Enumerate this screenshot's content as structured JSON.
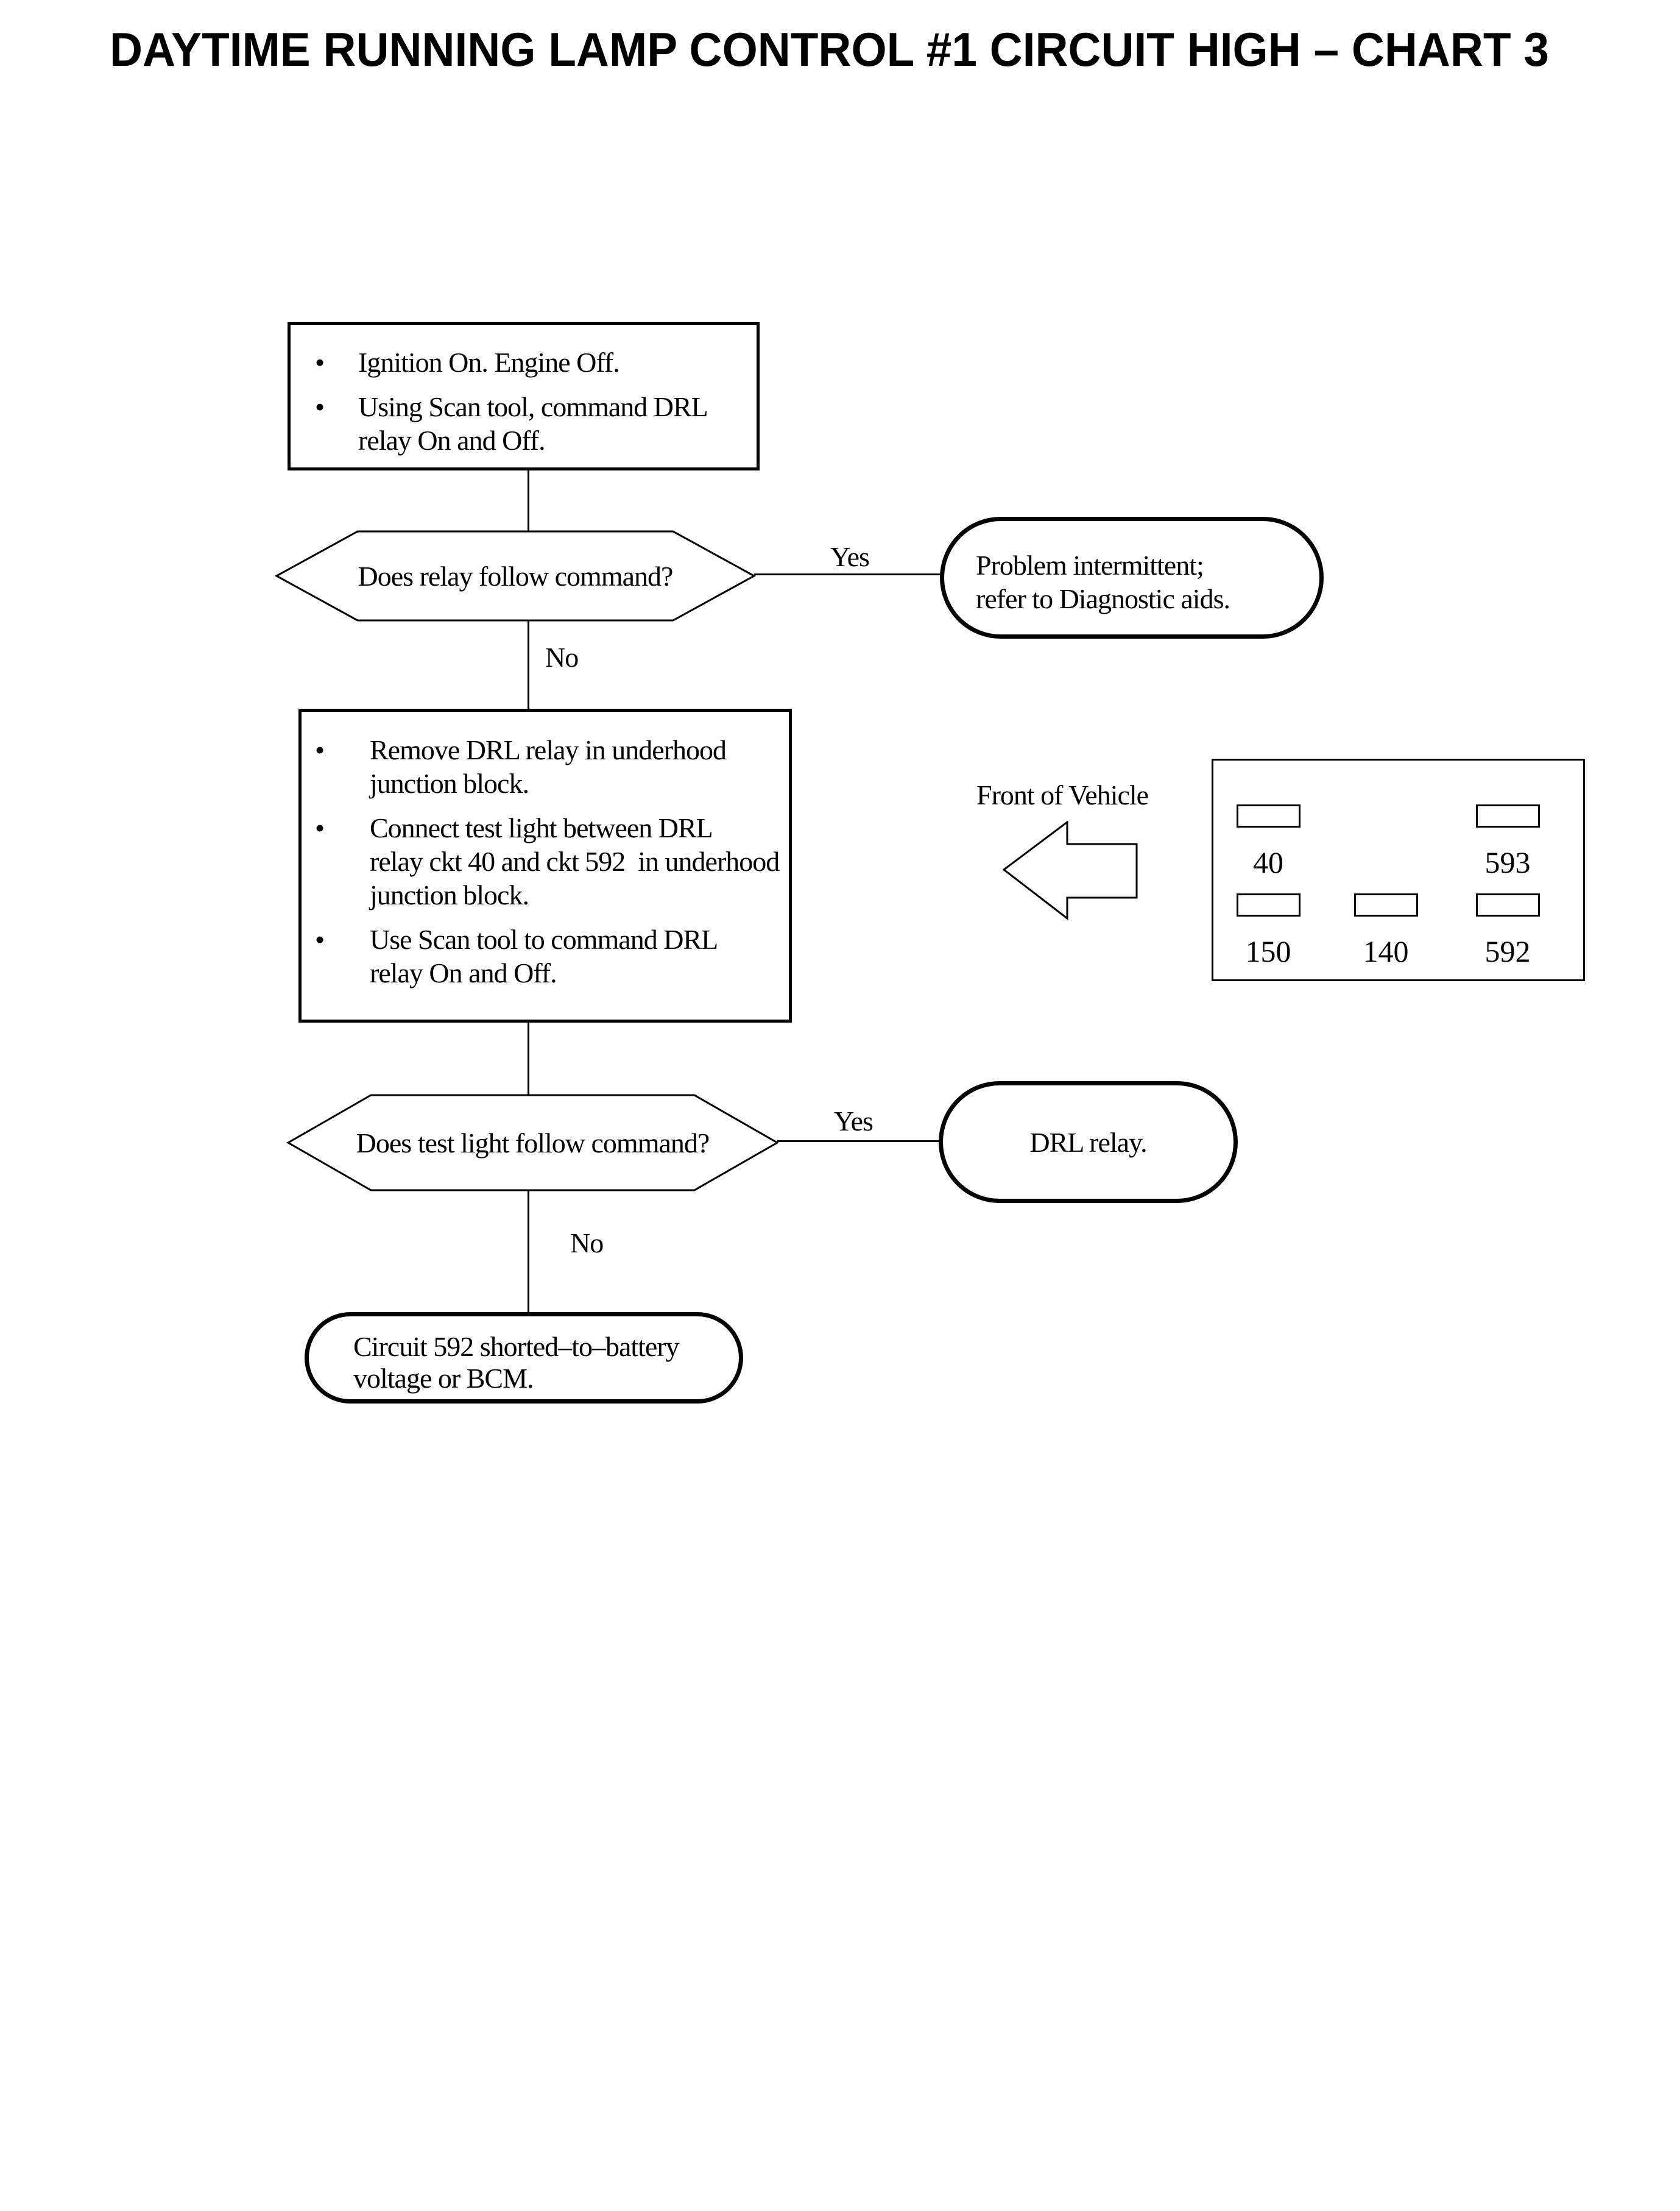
{
  "page": {
    "title": "DAYTIME RUNNING LAMP CONTROL #1 CIRCUIT HIGH – CHART 3"
  },
  "glyphs": {
    "bullet": "•"
  },
  "flow": {
    "step1": {
      "bullet1": "Ignition On. Engine Off.",
      "bullet2": "Using Scan tool, command DRL\nrelay On and Off."
    },
    "decision1": {
      "question": "Does relay follow command?",
      "yes": "Yes",
      "no": "No"
    },
    "outcome1": {
      "text": "Problem intermittent;\nrefer to Diagnostic aids."
    },
    "step2": {
      "bullet1": "Remove DRL relay in underhood\njunction block.",
      "bullet2": "Connect test light between DRL\nrelay ckt 40 and ckt 592  in underhood\njunction block.",
      "bullet3": "Use Scan tool to command DRL\nrelay On and Off."
    },
    "decision2": {
      "question": "Does test light follow command?",
      "yes": "Yes",
      "no": "No"
    },
    "outcome2": {
      "text": "DRL relay."
    },
    "outcome3": {
      "text": "Circuit 592 shorted–to–battery\nvoltage or BCM."
    }
  },
  "connector": {
    "label": "Front of Vehicle",
    "pin_top_left": "40",
    "pin_top_right": "593",
    "pin_bottom_left": "150",
    "pin_bottom_middle": "140",
    "pin_bottom_right": "592"
  }
}
